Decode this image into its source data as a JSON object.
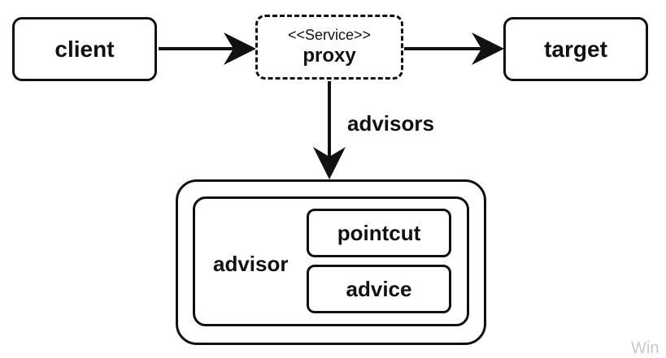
{
  "nodes": {
    "client": "client",
    "proxy_stereotype": "<<Service>>",
    "proxy": "proxy",
    "target": "target",
    "advisor": "advisor",
    "pointcut": "pointcut",
    "advice": "advice"
  },
  "edge_labels": {
    "advisors": "advisors"
  },
  "watermark": "Win",
  "colors": {
    "stroke": "#111111",
    "background": "#ffffff",
    "watermark": "#c8c8c8"
  }
}
